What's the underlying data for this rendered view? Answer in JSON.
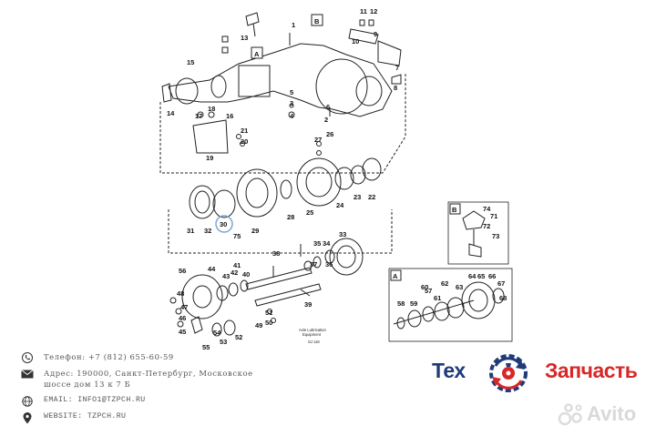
{
  "diagram": {
    "callouts": [
      "1",
      "2",
      "3",
      "4",
      "5",
      "6",
      "7",
      "8",
      "9",
      "10",
      "11",
      "12",
      "13",
      "14",
      "15",
      "16",
      "17",
      "18",
      "19",
      "20",
      "21",
      "22",
      "23",
      "24",
      "25",
      "26",
      "27",
      "28",
      "29",
      "30",
      "31",
      "32",
      "33",
      "34",
      "35",
      "36",
      "37",
      "38",
      "39",
      "40",
      "41",
      "42",
      "43",
      "44",
      "45",
      "46",
      "47",
      "48",
      "49",
      "50",
      "51",
      "52",
      "53",
      "54",
      "55",
      "56",
      "57",
      "58",
      "59",
      "60",
      "61",
      "62",
      "63",
      "64",
      "65",
      "66",
      "67",
      "68",
      "71",
      "72",
      "73",
      "74",
      "75"
    ],
    "box_labels": [
      "A",
      "B"
    ],
    "note_line1": "Axle Lubrication",
    "note_line2": "Equipment",
    "code": "SJ 116"
  },
  "contacts": {
    "phone": "Телефон: +7 (812) 655-60-59",
    "address_line1": "Адрес: 190000, Санкт-Петербург, Московское",
    "address_line2": "шоссе дом 13 к 7 Б",
    "email": "EMAIL: INFO1@TZPCH.RU",
    "website": "WEBSITE: TZPCH.RU"
  },
  "brand": {
    "word1": "Тех",
    "word2": "Запчасть",
    "color_blue": "#1f3b7a",
    "color_red": "#d62828"
  },
  "watermark": {
    "text": "Avito"
  }
}
